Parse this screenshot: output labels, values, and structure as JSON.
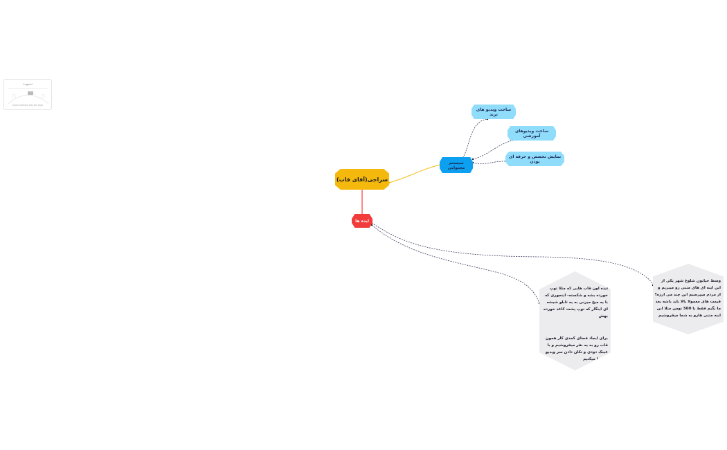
{
  "legend": {
    "title": "Legend",
    "hint": "Insert markers into the topic",
    "icons": [
      "emoji-face-icon",
      "flag-icon",
      "emoji-face-icon"
    ]
  },
  "central_topic": {
    "label": "سراجی(آقای قاب)",
    "color": "#f5b90e"
  },
  "main_topics": [
    {
      "label": "سیستم محتوایی",
      "color": "#0ea0f0",
      "subtopics": [
        {
          "label": "ساخت ویدیو های ترند",
          "color": "#8fdcfb"
        },
        {
          "label": "ساخت ویدیوهای آموزشی",
          "color": "#8fdcfb"
        },
        {
          "label": "نمایش تخصص و حرفه ای بودن",
          "color": "#8fdcfb"
        }
      ]
    },
    {
      "label": "ایده ها",
      "color": "#f23b3b",
      "notes": [
        {
          "paragraphs": [
            "ایده اون قاب هایی که مثلا توپ خورده بشه و شکسته- اینجوری که با یه میخ میزنی به یه تابلو شیشه ای اینگار که توپ پشت کاغذ خورده بهش",
            "برای ایجاد فضای کمدی کار همون قاب رو به یه نفر میفروشیم و با عینک دودی و تکان دادن سر ویدیو رو تما میکنیم"
          ]
        },
        {
          "paragraphs": [
            "وسط خیابون شلوغ شهر یکی از این اینه ای های متنی رو میبریم و از مردم میپرسیم این چند می ارزه؟ قیمت های معمولا بالا باید باشه بعد ما بگیم فقط با 500 تومن مثلا این اینه متنی هارو به شما میفروشیم"
          ]
        }
      ]
    }
  ],
  "colors": {
    "connector_yellow": "#f5b90e",
    "connector_red": "#f23b3b",
    "connector_dashed": "#3a3d5c",
    "note_bg": "#ecebee"
  }
}
